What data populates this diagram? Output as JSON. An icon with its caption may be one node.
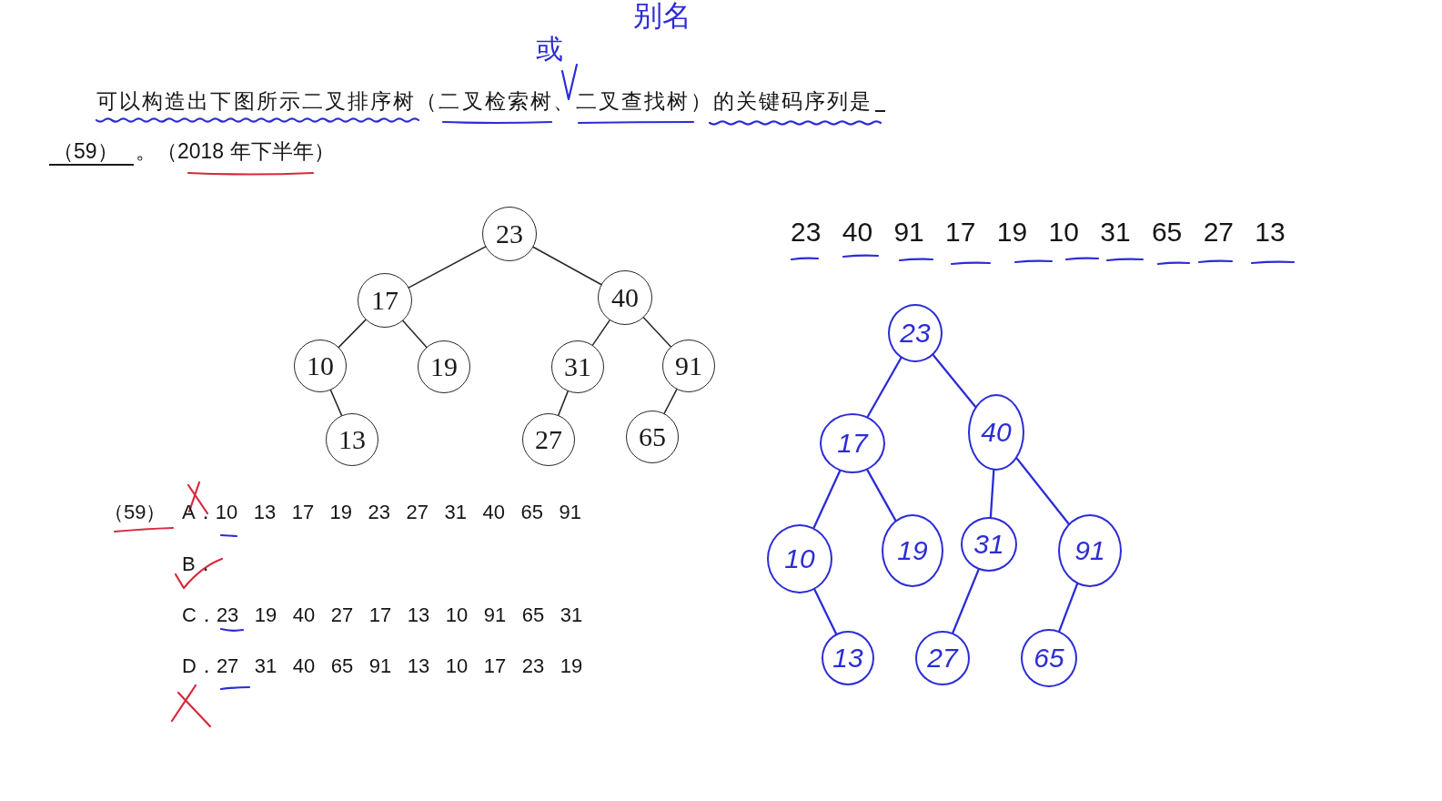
{
  "diagram": {
    "nodes": [
      {
        "text": [
          "23"
        ]
      },
      {
        "text": [
          "17"
        ]
      },
      {
        "text": [
          "40"
        ]
      },
      {
        "text": [
          "10"
        ]
      },
      {
        "text": [
          "19"
        ]
      },
      {
        "text": [
          "31"
        ]
      },
      {
        "text": [
          "91"
        ]
      },
      {
        "text": [
          "13"
        ]
      },
      {
        "text": [
          "27"
        ]
      },
      {
        "text": [
          "65"
        ]
      },
      {
        "text": [
          "23"
        ]
      },
      {
        "text": [
          "17"
        ]
      },
      {
        "text": [
          "40"
        ]
      },
      {
        "text": [
          "10"
        ]
      },
      {
        "text": [
          "19"
        ]
      },
      {
        "text": [
          "31"
        ]
      },
      {
        "text": [
          "91"
        ]
      },
      {
        "text": [
          "13"
        ]
      },
      {
        "text": [
          "27"
        ]
      },
      {
        "text": [
          "65"
        ]
      }
    ],
    "edges": [
      {
        "from": 0,
        "to": 1,
        "arrow": "none"
      },
      {
        "from": 0,
        "to": 2,
        "arrow": "none"
      },
      {
        "from": 1,
        "to": 3,
        "arrow": "none"
      },
      {
        "from": 1,
        "to": 4,
        "arrow": "none"
      },
      {
        "from": 2,
        "to": 5,
        "arrow": "none"
      },
      {
        "from": 2,
        "to": 6,
        "arrow": "none"
      },
      {
        "from": 3,
        "to": 7,
        "arrow": "none"
      },
      {
        "from": 5,
        "to": 8,
        "arrow": "none"
      },
      {
        "from": 6,
        "to": 9,
        "arrow": "none"
      },
      {
        "from": 10,
        "to": 11,
        "arrow": "none",
        "color": "#2c2cd6"
      },
      {
        "from": 10,
        "to": 12,
        "arrow": "none",
        "color": "#2c2cd6"
      },
      {
        "from": 11,
        "to": 13,
        "arrow": "none",
        "color": "#2c2cd6"
      },
      {
        "from": 11,
        "to": 14,
        "arrow": "none",
        "color": "#2c2cd6"
      },
      {
        "from": 12,
        "to": 15,
        "arrow": "none",
        "color": "#2c2cd6"
      },
      {
        "from": 12,
        "to": 16,
        "arrow": "none",
        "color": "#2c2cd6"
      },
      {
        "from": 13,
        "to": 17,
        "arrow": "none",
        "color": "#2c2cd6"
      },
      {
        "from": 15,
        "to": 18,
        "arrow": "none",
        "color": "#2c2cd6"
      },
      {
        "from": 16,
        "to": 19,
        "arrow": "none",
        "color": "#2c2cd6"
      }
    ],
    "labels": [
      "别名",
      "或",
      "可以构造出下图所示二叉排序树（二叉检索树、二叉查找树）的关键码序列是",
      "（59）",
      "。（2018 年下半年）",
      "23 40 91 17 19 10 31 65 27 13",
      "（59）",
      "A．10 13 17 19 23 27 31 40 65 91",
      "B．",
      "C．23 19 40 27 17 13 10 91 65 31",
      "D．27 31 40 65 91 13 10 17 23 19"
    ]
  }
}
